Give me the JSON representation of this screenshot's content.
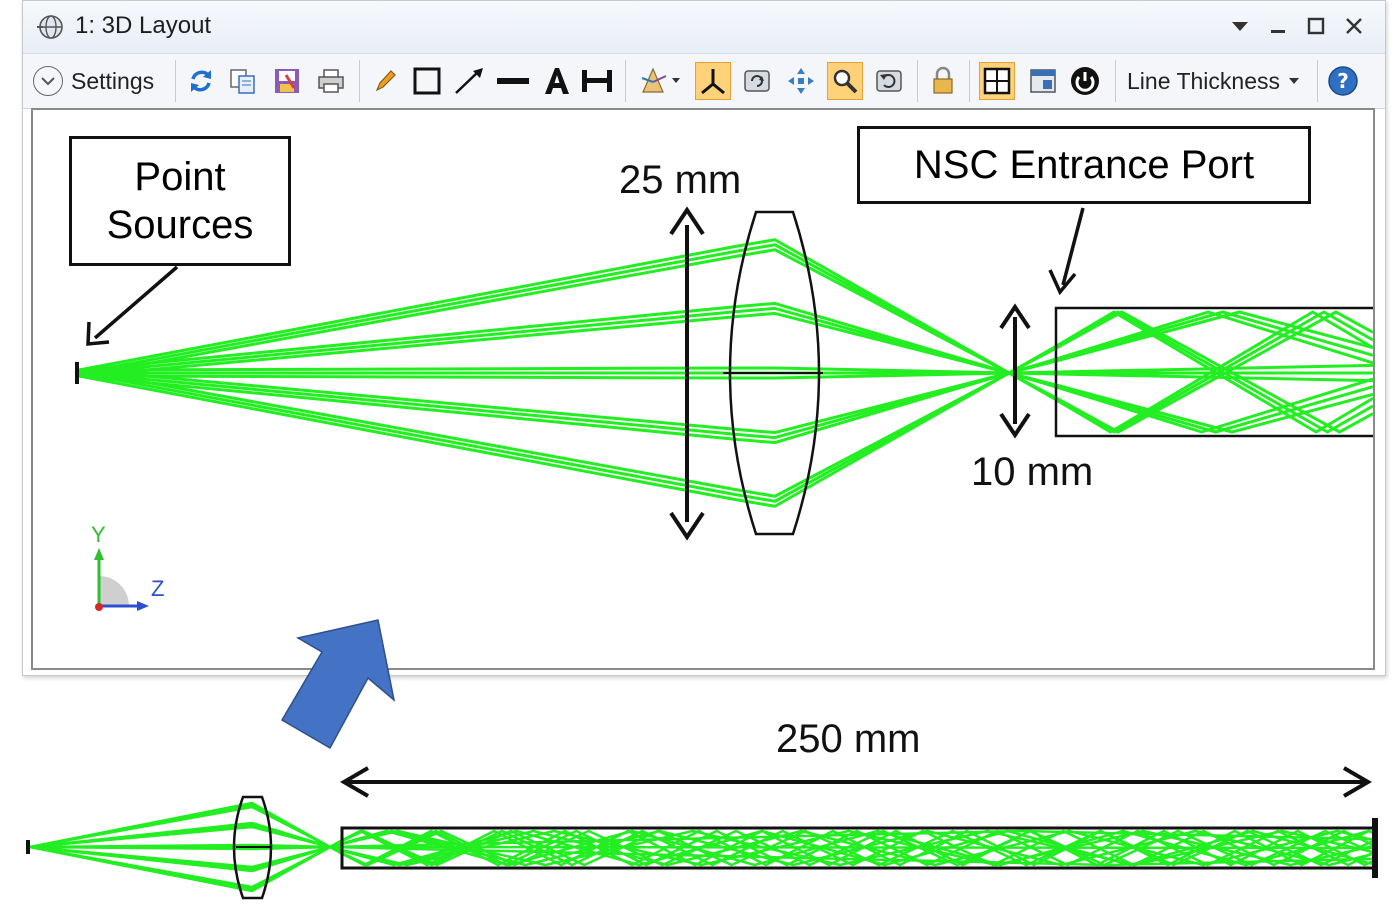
{
  "window": {
    "title": "1: 3D Layout"
  },
  "toolbar": {
    "settings_label": "Settings",
    "line_thickness_label": "Line Thickness",
    "tools": [
      "refresh-icon",
      "copy-icon",
      "save-icon",
      "print-icon",
      "pencil-icon",
      "rectangle-icon",
      "arrow-icon",
      "line-icon",
      "text-icon",
      "dimension-icon",
      "rotate-view-icon",
      "axis-icon",
      "rotate-icon",
      "pan-icon",
      "zoom-icon",
      "undo-zoom-icon",
      "lock-icon",
      "fit-icon",
      "window-icon",
      "power-icon",
      "help-icon"
    ],
    "active_tools": [
      "axis-icon",
      "zoom-icon",
      "fit-icon"
    ]
  },
  "annotations": {
    "point_sources": "Point\nSources",
    "nsc_entrance_port": "NSC Entrance Port",
    "lens_height": "25 mm",
    "port_height": "10 mm",
    "rod_length": "250 mm"
  },
  "axes": {
    "y_label": "Y",
    "z_label": "Z"
  },
  "colors": {
    "ray": "#22ee22",
    "arrow": "#4472c4",
    "outline": "#111111"
  }
}
